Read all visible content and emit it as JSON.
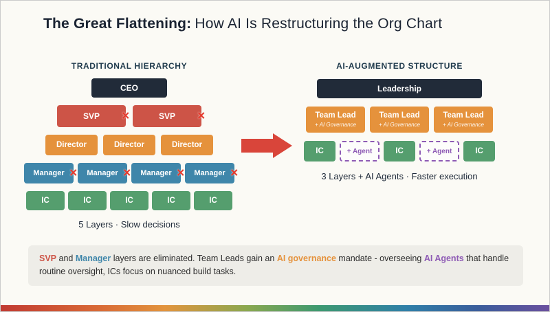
{
  "title": {
    "bold": "The Great Flattening:",
    "rest": "How AI Is Restructuring the Org Chart"
  },
  "icons": {
    "x": "✕"
  },
  "left": {
    "heading": "TRADITIONAL HIERARCHY",
    "ceo": "CEO",
    "svps": [
      "SVP",
      "SVP"
    ],
    "directors": [
      "Director",
      "Director",
      "Director"
    ],
    "managers": [
      "Manager",
      "Manager",
      "Manager",
      "Manager"
    ],
    "ics": [
      "IC",
      "IC",
      "IC",
      "IC",
      "IC"
    ],
    "caption": "5 Layers · Slow decisions"
  },
  "right": {
    "heading": "AI-AUGMENTED STRUCTURE",
    "leadership": "Leadership",
    "team_leads": [
      {
        "label": "Team Lead",
        "sub": "+ AI Governance"
      },
      {
        "label": "Team Lead",
        "sub": "+ AI Governance"
      },
      {
        "label": "Team Lead",
        "sub": "+ AI Governance"
      }
    ],
    "row": [
      "IC",
      "+ Agent",
      "IC",
      "+ Agent",
      "IC"
    ],
    "caption": "3 Layers + AI Agents · Faster execution"
  },
  "footnote": {
    "svp": "SVP",
    "p1": " and ",
    "manager": "Manager",
    "p2": " layers are eliminated. Team Leads gain an ",
    "governance": "AI governance",
    "p3": " mandate - overseeing ",
    "agents": "AI Agents",
    "p4": " that handle routine oversight, ICs focus on nuanced build tasks."
  },
  "colors": {
    "navy": "#212b39",
    "red": "#cd5447",
    "orange": "#e5923c",
    "blue": "#3f86aa",
    "green": "#559e6e",
    "purple": "#8e5bb5",
    "arrow": "#d9453a"
  }
}
